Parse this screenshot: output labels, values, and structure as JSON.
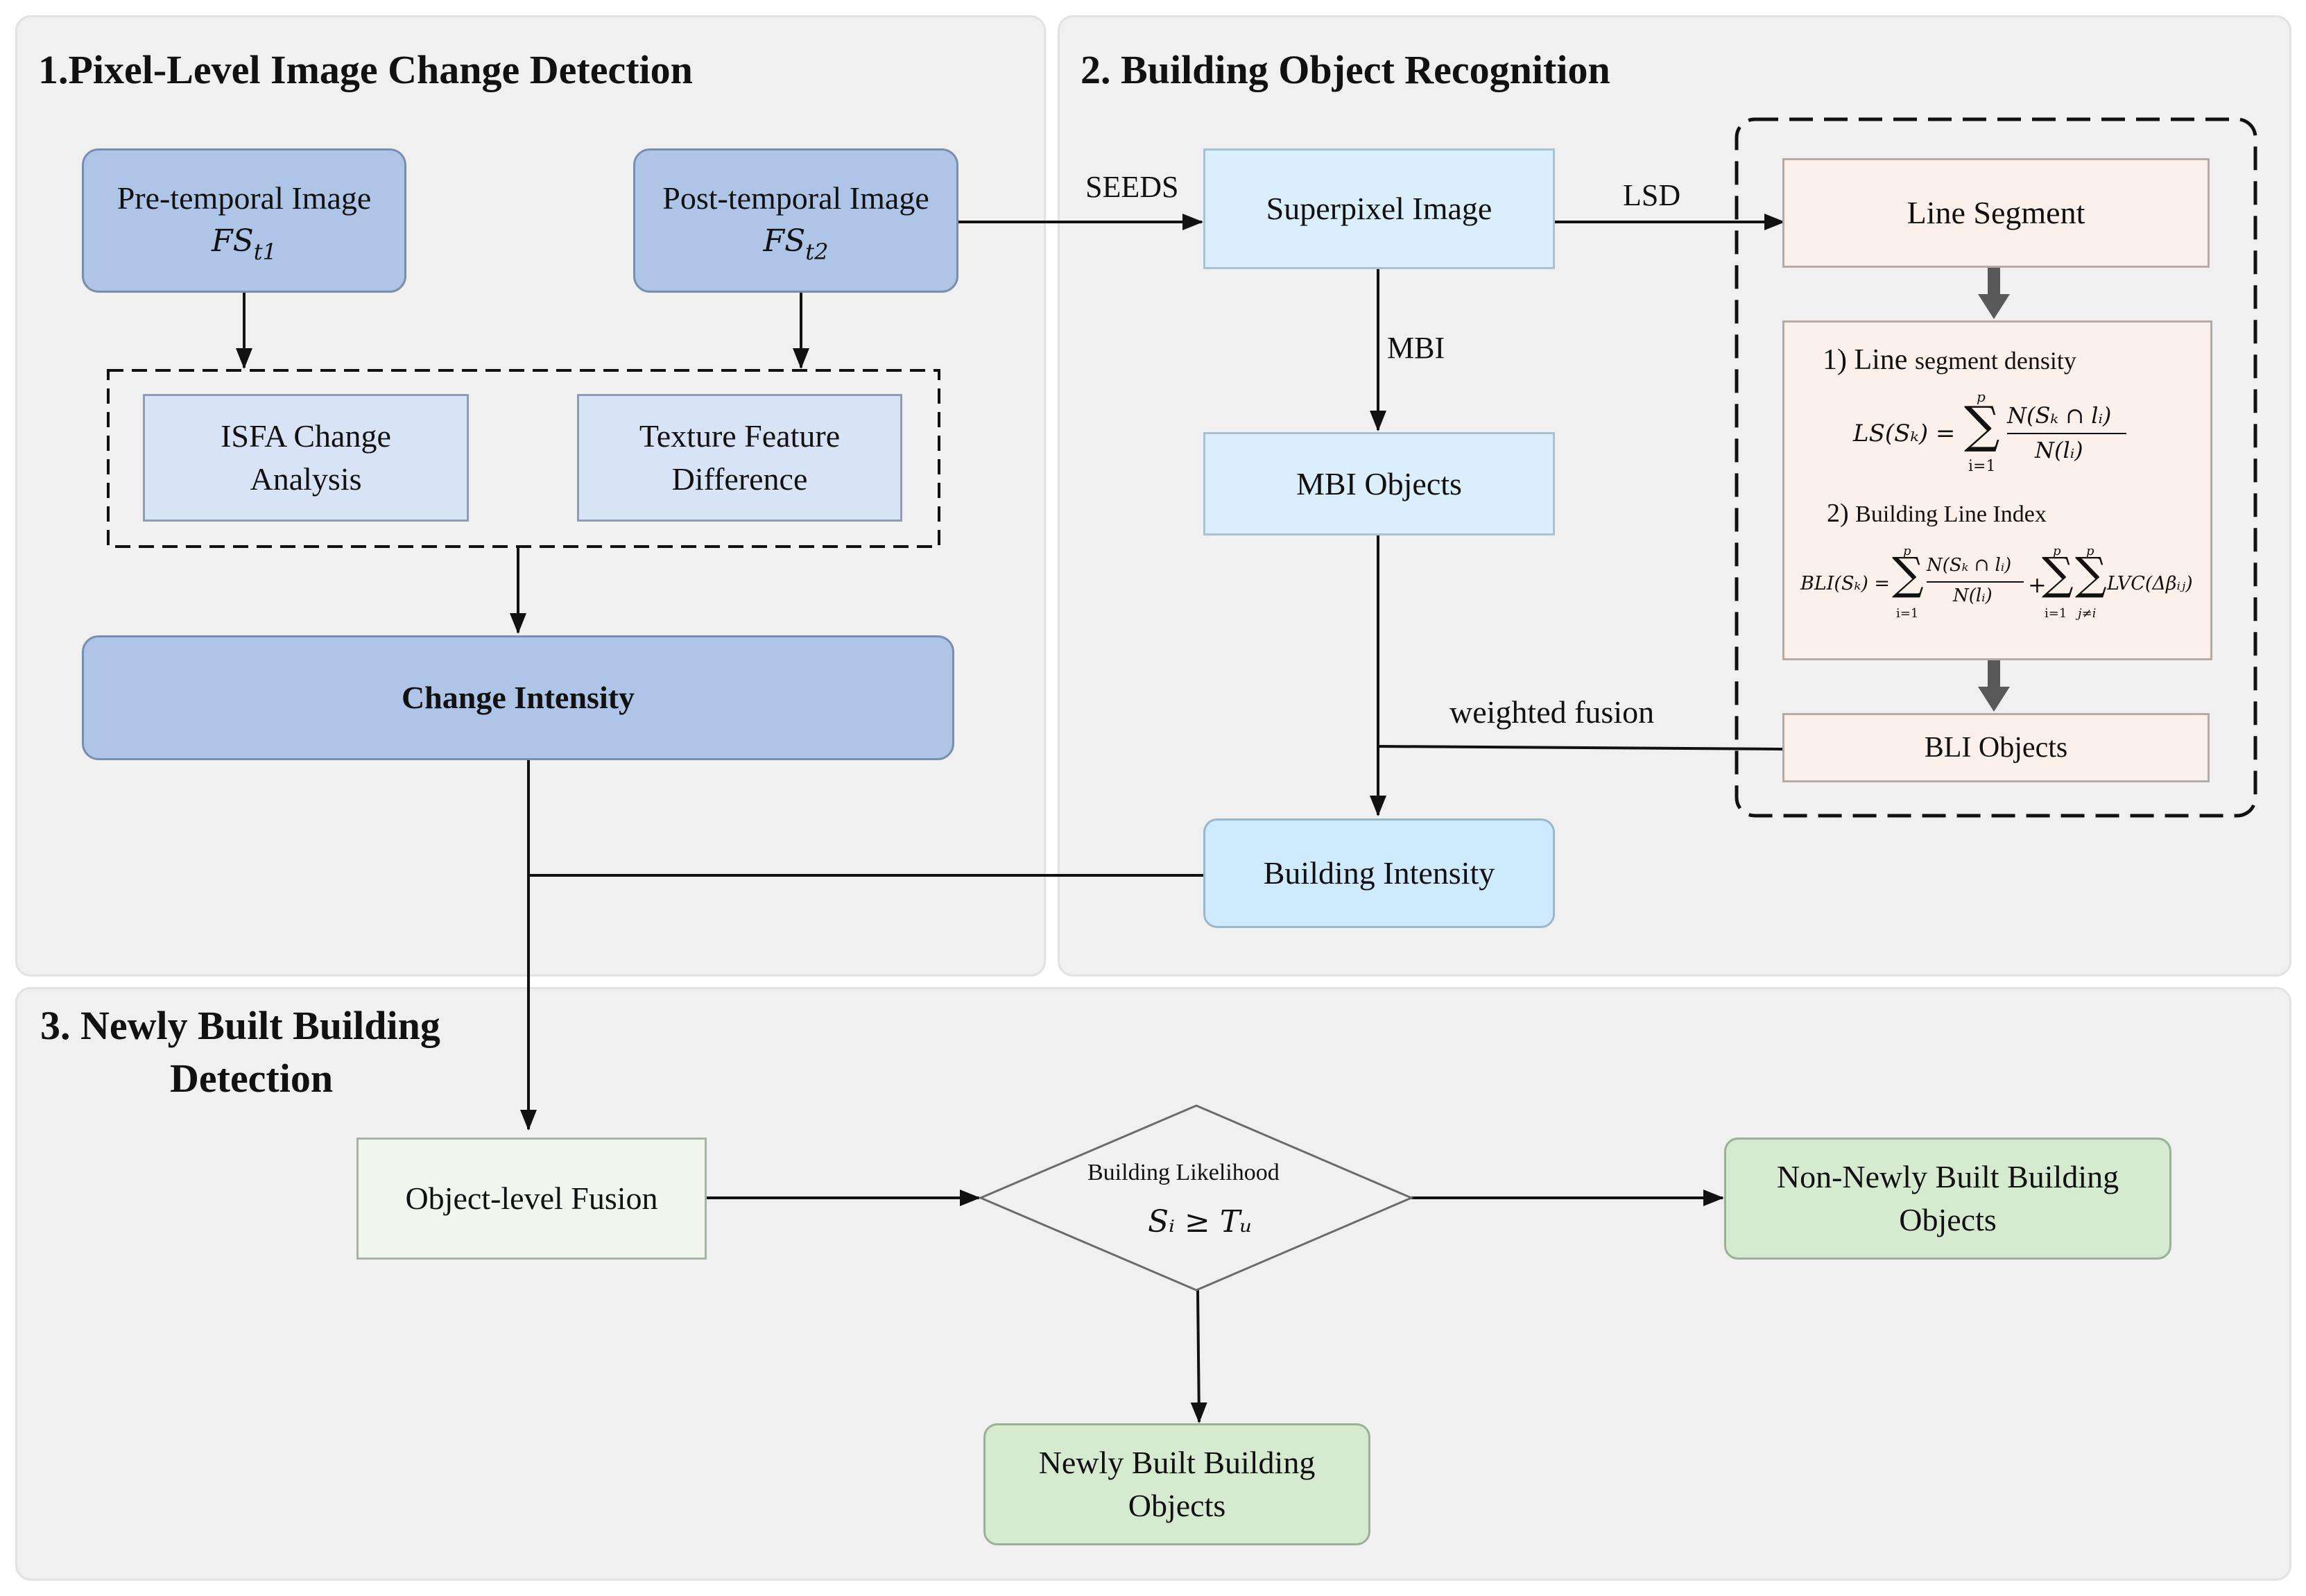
{
  "panels": {
    "p1_title": "1.Pixel-Level Image Change Detection",
    "p2_title": "2. Building Object Recognition",
    "p3_title_line1": "3. Newly Built Building",
    "p3_title_line2": "Detection"
  },
  "nodes": {
    "pre_image": "Pre-temporal Image",
    "pre_symbol": "FS",
    "pre_sub": "t1",
    "post_image": "Post-temporal Image",
    "post_symbol": "FS",
    "post_sub": "t2",
    "isfa_line1": "ISFA Change",
    "isfa_line2": "Analysis",
    "texture_line1": "Texture Feature",
    "texture_line2": "Difference",
    "change_intensity": "Change Intensity",
    "superpixel": "Superpixel  Image",
    "mbi_objects": "MBI Objects",
    "building_intensity": "Building Intensity",
    "line_segment": "Line Segment",
    "bli_objects": "BLI Objects",
    "object_fusion": "Object-level Fusion",
    "likelihood_label": "Building Likelihood",
    "likelihood_formula": "Sᵢ ≥ Tᵤ",
    "non_newly_line1": "Non-Newly Built Building",
    "non_newly_line2": "Objects",
    "newly_line1": "Newly Built Building",
    "newly_line2": "Objects"
  },
  "formulas": {
    "ls_title_num": "1) Line",
    "ls_title_rest": "segment density",
    "ls_lhs": "LS(Sₖ) =",
    "ls_num": "N(Sₖ ∩ lᵢ)",
    "ls_den": "N(lᵢ)",
    "ls_sum_top": "p",
    "ls_sum_bottom": "i=1",
    "bli_title_num": "2)",
    "bli_title_rest": "Building Line Index",
    "bli_lhs": "BLI(Sₖ) =",
    "bli_num": "N(Sₖ ∩ lᵢ)",
    "bli_den": "N(lᵢ)",
    "bli_sum1_top": "p",
    "bli_sum1_bottom": "i=1",
    "bli_plus": "+",
    "bli_sum2_top": "p",
    "bli_sum2_bottom": "i=1",
    "bli_sum3_top": "p",
    "bli_sum3_bottom": "j≠i",
    "bli_tail": "LVC(Δβᵢⱼ)"
  },
  "edges": {
    "seeds": "SEEDS",
    "lsd": "LSD",
    "mbi": "MBI",
    "weighted_fusion": "weighted fusion"
  },
  "colors": {
    "panel_bg": "#f0f0f0",
    "dark_blue_box": "#aec5e8",
    "light_blue_box": "#d9e3f6",
    "cyan_box": "#daeefc",
    "peach_box": "#fcf0ea",
    "green_box": "#d5eacf",
    "arrow": "#111111",
    "thick_arrow": "#595959"
  }
}
